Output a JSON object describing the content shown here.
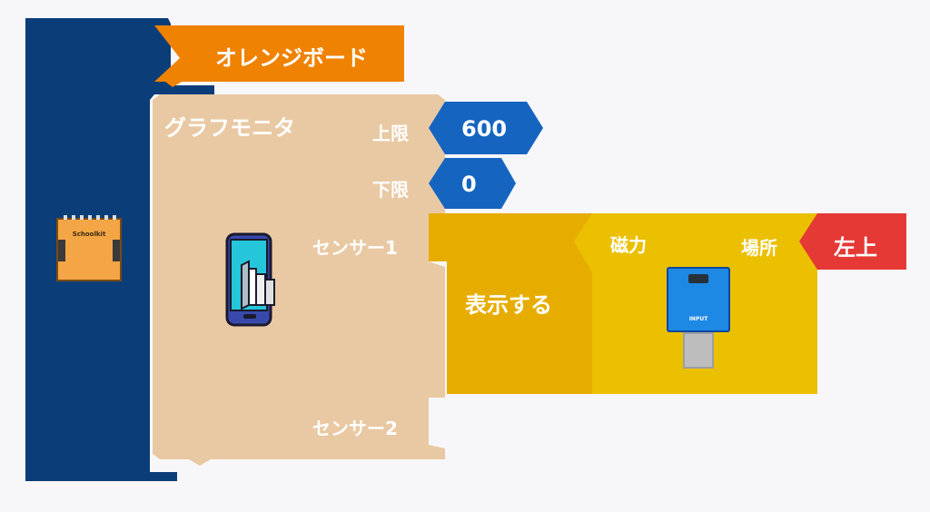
{
  "board": {
    "label": "オレンジボード",
    "chip_text": "Schoolkit"
  },
  "graph_monitor": {
    "title": "グラフモニタ",
    "upper_label": "上限",
    "upper_value": "600",
    "lower_label": "下限",
    "lower_value": "0",
    "sensor1_label": "センサー1",
    "sensor2_label": "センサー2"
  },
  "display_block": {
    "label": "表示する"
  },
  "magnetic_block": {
    "label": "磁力",
    "location_label": "場所",
    "location_value": "左上",
    "module_text": "INPUT"
  },
  "colors": {
    "board_blue": "#0b3d78",
    "board_orange": "#ef8200",
    "monitor_tan": "#e9c9a3",
    "number_blue": "#1565c0",
    "display_gold": "#e6ad00",
    "magnet_yellow": "#ebc000",
    "location_red": "#e53935"
  }
}
